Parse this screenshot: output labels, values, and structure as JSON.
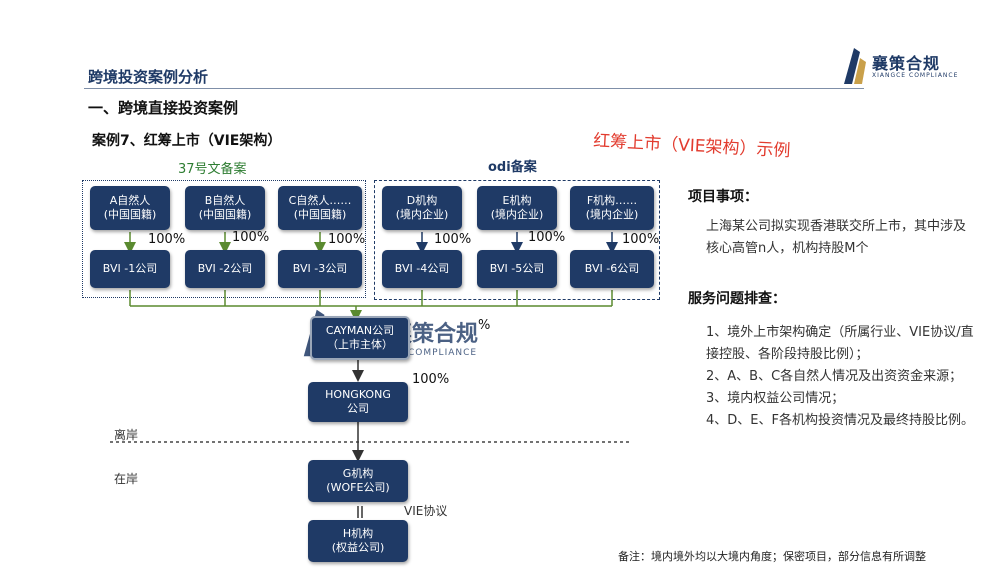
{
  "header": {
    "title": "跨境投资案例分析",
    "logo_cn": "襄策合规",
    "logo_en": "XIANGCE COMPLIANCE"
  },
  "section": {
    "title": "一、跨境直接投资案例",
    "case_title": "案例7、红筹上市（VIE架构）",
    "red_title": "红筹上市（VIE架构）示例"
  },
  "diagram": {
    "group_37_label": "37号文备案",
    "group_odi_label": "odi备案",
    "persons": [
      "A自然人\n(中国国籍)",
      "B自然人\n(中国国籍)",
      "C自然人……\n(中国国籍)"
    ],
    "orgs": [
      "D机构\n(境内企业)",
      "E机构\n(境内企业)",
      "F机构……\n(境内企业)"
    ],
    "bvi": [
      "BVI -1公司",
      "BVI -2公司",
      "BVI -3公司",
      "BVI -4公司",
      "BVI -5公司",
      "BVI -6公司"
    ],
    "pct_labels": [
      "100%",
      "100%",
      "100%",
      "100%",
      "100%",
      "100%"
    ],
    "cayman": "CAYMAN公司\n（上市主体）",
    "cayman_pct": "%",
    "hk_pct": "100%",
    "hongkong": "HONGKONG\n公司",
    "offshore_label": "离岸",
    "onshore_label": "在岸",
    "wofe": "G机构\n(WOFE公司)",
    "vie_label": "VIE协议",
    "hbox": "H机构\n(权益公司)",
    "watermark_cn": "襄策合规",
    "watermark_en": "COMPLIANCE"
  },
  "sidebar": {
    "matter_heading": "项目事项：",
    "matter_text": "上海某公司拟实现香港联交所上市，其中涉及核心高管n人，机构持股M个",
    "service_heading": "服务问题排查：",
    "service_items": [
      "1、境外上市架构确定（所属行业、VIE协议/直接控股、各阶段持股比例）；",
      "2、A、B、C各自然人情况及出资资金来源；",
      "3、境内权益公司情况；",
      "4、D、E、F各机构投资情况及最终持股比例。"
    ]
  },
  "footer": {
    "note": "备注：境内境外均以大境内角度；保密项目，部分信息有所调整"
  },
  "colors": {
    "navy": "#1f3a66",
    "red": "#e23b2e",
    "green_arrow": "#5a8a2f"
  }
}
